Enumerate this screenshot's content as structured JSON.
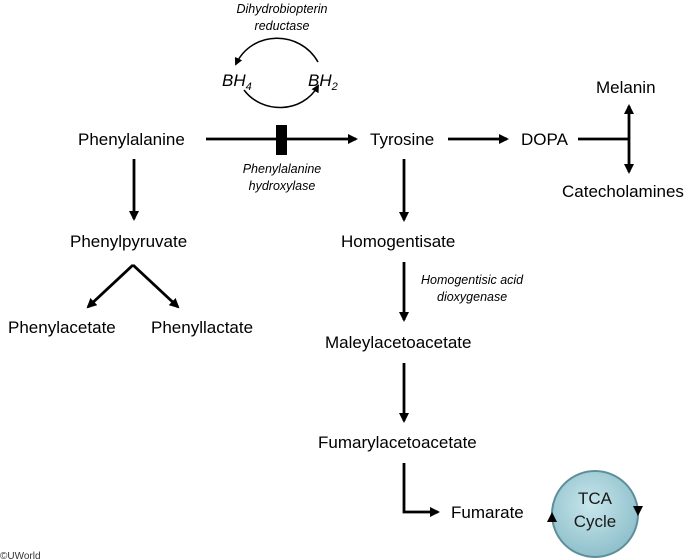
{
  "nodes": {
    "phenylalanine": "Phenylalanine",
    "tyrosine": "Tyrosine",
    "dopa": "DOPA",
    "melanin": "Melanin",
    "catecholamines": "Catecholamines",
    "phenylpyruvate": "Phenylpyruvate",
    "phenylacetate": "Phenylacetate",
    "phenyllactate": "Phenyllactate",
    "homogentisate": "Homogentisate",
    "maleylacetoacetate": "Maleylacetoacetate",
    "fumarylacetoacetate": "Fumarylacetoacetate",
    "fumarate": "Fumarate"
  },
  "enzymes": {
    "reductase_line1": "Dihydrobiopterin",
    "reductase_line2": "reductase",
    "pah_line1": "Phenylalanine",
    "pah_line2": "hydroxylase",
    "hgd_line1": "Homogentisic acid",
    "hgd_line2": "dioxygenase"
  },
  "cofactors": {
    "bh4_base": "BH",
    "bh4_sub": "4",
    "bh2_base": "BH",
    "bh2_sub": "2"
  },
  "tca": {
    "line1": "TCA",
    "line2": "Cycle",
    "fill_color": "#a9d2db",
    "stroke_color": "#5c8f9a"
  },
  "watermark": "©UWorld"
}
